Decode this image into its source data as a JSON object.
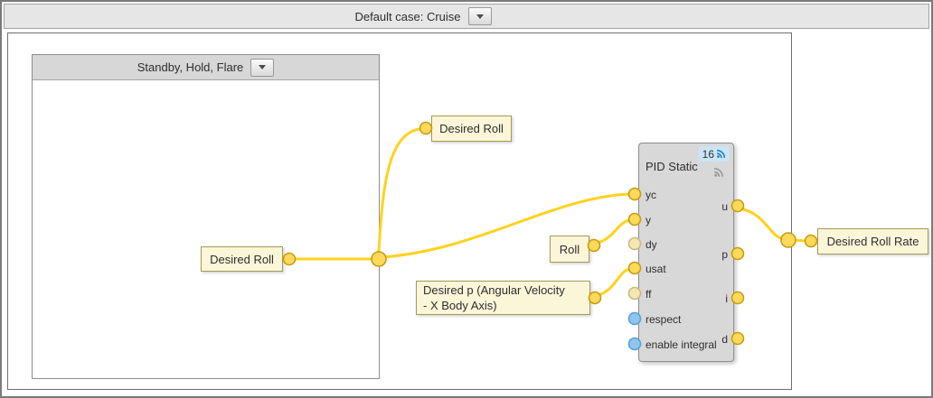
{
  "header": {
    "label": "Default case: Cruise"
  },
  "subframe": {
    "label": "Standby, Hold, Flare"
  },
  "nodes": {
    "desired_roll_inner": {
      "label": "Desired Roll"
    },
    "desired_roll_top": {
      "label": "Desired Roll"
    },
    "roll": {
      "label": "Roll"
    },
    "desired_p": {
      "line1": "Desired p (Angular Velocity",
      "line2": "- X Body Axis)"
    },
    "desired_roll_rate": {
      "label": "Desired Roll Rate"
    }
  },
  "pid_block": {
    "title": "PID Static",
    "badge_count": "16",
    "left_ports": [
      {
        "label": "yc",
        "state": "connected"
      },
      {
        "label": "y",
        "state": "connected"
      },
      {
        "label": "dy",
        "state": "unconnected"
      },
      {
        "label": "usat",
        "state": "connected"
      },
      {
        "label": "ff",
        "state": "unconnected"
      },
      {
        "label": "respect",
        "state": "boolean"
      },
      {
        "label": "enable integral",
        "state": "boolean"
      }
    ],
    "right_ports": [
      {
        "label": "u",
        "state": "connected"
      },
      {
        "label": "p",
        "state": "unconnected"
      },
      {
        "label": "i",
        "state": "unconnected"
      },
      {
        "label": "d",
        "state": "unconnected"
      }
    ]
  },
  "colors": {
    "wire": "#FFD21E",
    "port_fill": "#FFD95A",
    "port_stroke": "#C69C12",
    "port_muted_fill": "#F3E7B4",
    "port_muted_stroke": "#C9B97E",
    "bool_port_fill": "#8FC6EC",
    "bool_port_stroke": "#5B9FD8",
    "node_fill": "#FCF6D9",
    "node_border": "#A49A58",
    "badge_bg": "#CBE5F6",
    "badge_icon_blue": "#1E7FC4",
    "rss_icon_gray": "#9A9A9A"
  }
}
